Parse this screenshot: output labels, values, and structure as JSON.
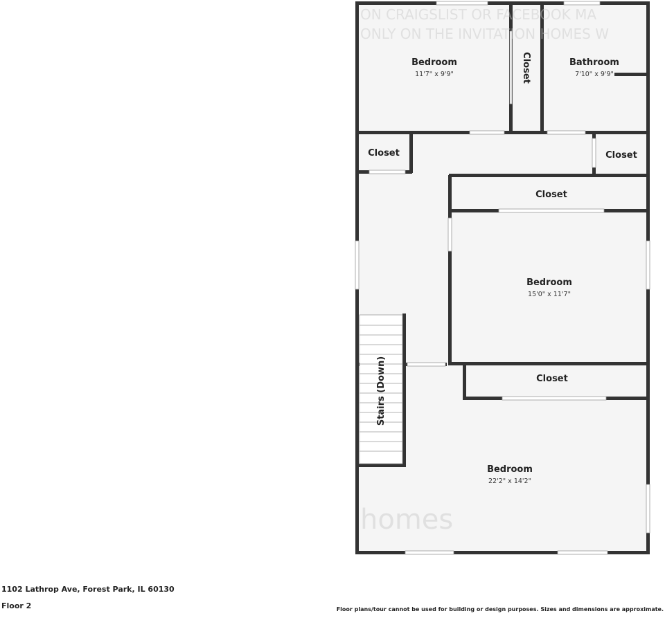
{
  "rooms": {
    "bedroom_1": {
      "name": "Bedroom",
      "dims": "11'7\" x 9'9\""
    },
    "closet_1": {
      "name": "Closet"
    },
    "bathroom": {
      "name": "Bathroom",
      "dims": "7'10\" x 9'9\""
    },
    "closet_2": {
      "name": "Closet"
    },
    "closet_3": {
      "name": "Closet"
    },
    "closet_4": {
      "name": "Closet"
    },
    "bedroom_2": {
      "name": "Bedroom",
      "dims": "15'0\" x 11'7\""
    },
    "stairs": {
      "name": "Stairs (Down)"
    },
    "closet_5": {
      "name": "Closet"
    },
    "bedroom_3": {
      "name": "Bedroom",
      "dims": "22'2\" x 14'2\""
    }
  },
  "watermark": {
    "line1": "ON CRAIGSLIST OR FACEBOOK MA",
    "line2": "ONLY ON THE INVITATION HOMES W",
    "brand": "homes"
  },
  "footer": {
    "address": "1102 Lathrop Ave, Forest Park, IL 60130",
    "floor": "Floor 2",
    "disclaimer": "Floor plans/tour cannot be used for building or design purposes. Sizes and dimensions are approximate."
  }
}
